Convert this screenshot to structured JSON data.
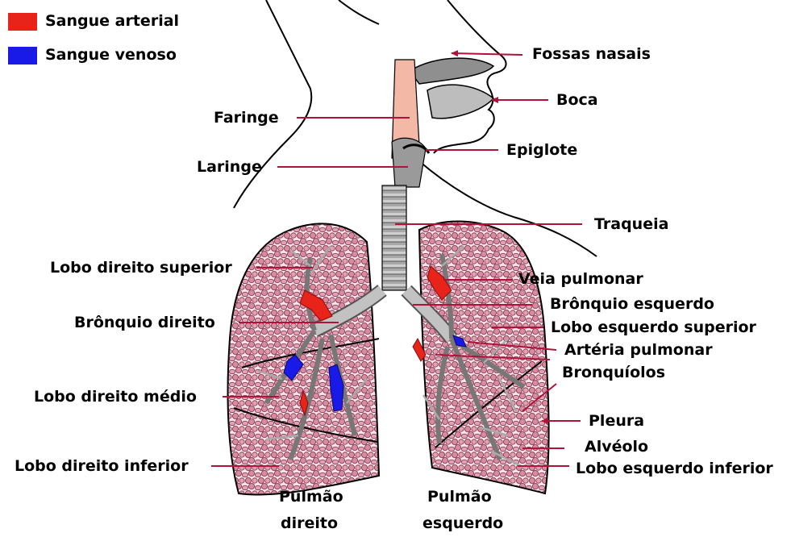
{
  "legend": {
    "arterial": {
      "label": "Sangue arterial",
      "color": "#e8231a"
    },
    "venous": {
      "label": "Sangue venoso",
      "color": "#1a1ae8"
    }
  },
  "colors": {
    "arrow": "#b0123a",
    "pharynx": "#f3b9a6",
    "lung_tissue": "#d98aa0",
    "outline": "#000000"
  },
  "labels": {
    "fossas_nasais": "Fossas nasais",
    "boca": "Boca",
    "faringe": "Faringe",
    "epiglote": "Epiglote",
    "laringe": "Laringe",
    "traqueia": "Traqueia",
    "lobo_direito_superior": "Lobo direito superior",
    "veia_pulmonar": "Veia pulmonar",
    "bronquio_esquerdo": "Brônquio esquerdo",
    "bronquio_direito": "Brônquio direito",
    "lobo_esquerdo_superior": "Lobo esquerdo superior",
    "arteria_pulmonar": "Artéria pulmonar",
    "bronquiolos": "Bronquíolos",
    "lobo_direito_medio": "Lobo direito médio",
    "pleura": "Pleura",
    "alveolo": "Alvéolo",
    "lobo_direito_inferior": "Lobo direito inferior",
    "lobo_esquerdo_inferior": "Lobo esquerdo inferior",
    "pulmao_direito_l1": "Pulmão",
    "pulmao_direito_l2": "direito",
    "pulmao_esquerdo_l1": "Pulmão",
    "pulmao_esquerdo_l2": "esquerdo"
  }
}
